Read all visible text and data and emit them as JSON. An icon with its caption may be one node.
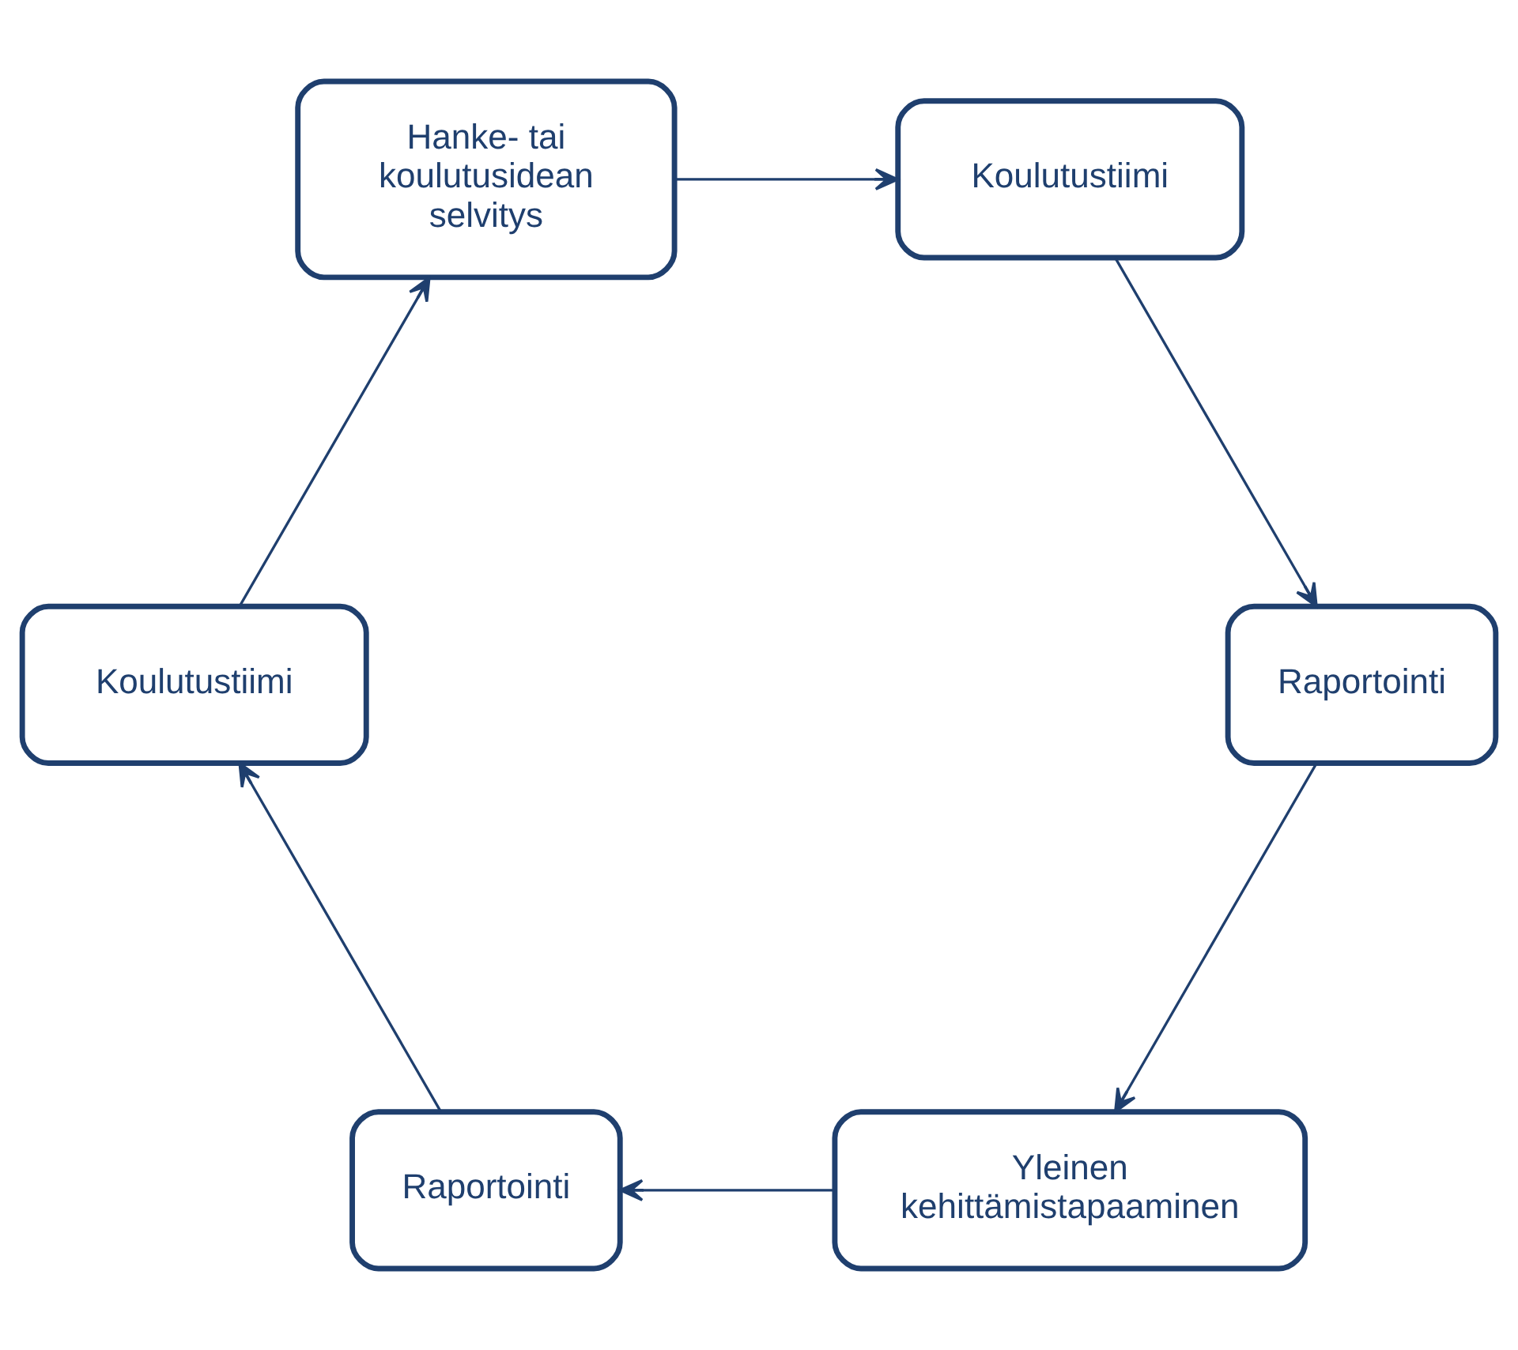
{
  "diagram": {
    "nodes": [
      {
        "text": [
          "Yleinen kehittämistapaaminen"
        ]
      },
      {
        "text": [
          "Raportointi"
        ]
      },
      {
        "text": [
          "Koulutustiimi"
        ]
      },
      {
        "text": [
          "Hanke- tai koulutusidean selvitys"
        ]
      },
      {
        "text": [
          "Koulutustiimi"
        ]
      },
      {
        "text": [
          "Raportointi"
        ]
      }
    ],
    "edges": [
      {
        "from": 0,
        "to": 1,
        "arrow": "to"
      },
      {
        "from": 1,
        "to": 2,
        "arrow": "to"
      },
      {
        "from": 2,
        "to": 3,
        "arrow": "to"
      },
      {
        "from": 3,
        "to": 4,
        "arrow": "to"
      },
      {
        "from": 4,
        "to": 5,
        "arrow": "to"
      },
      {
        "from": 5,
        "to": 0,
        "arrow": "to"
      }
    ]
  }
}
